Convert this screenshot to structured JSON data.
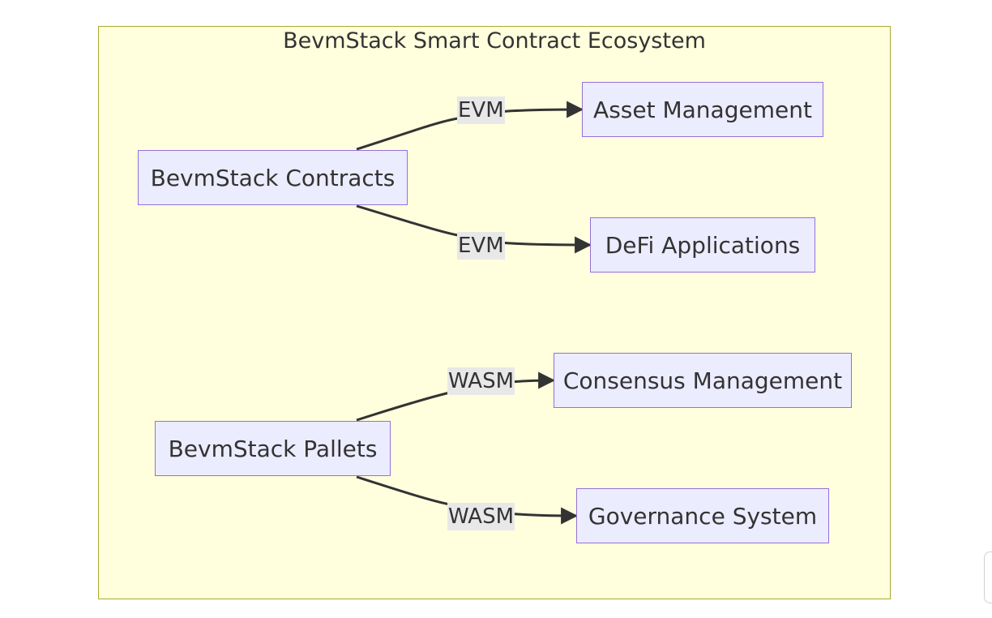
{
  "diagram": {
    "cluster_title": "BevmStack Smart Contract Ecosystem",
    "nodes": {
      "contracts": "BevmStack Contracts",
      "pallets": "BevmStack Pallets",
      "asset": "Asset Management",
      "defi": "DeFi Applications",
      "consensus": "Consensus Management",
      "governance": "Governance System"
    },
    "edges": [
      {
        "from": "BevmStack Contracts",
        "to": "Asset Management",
        "label": "EVM"
      },
      {
        "from": "BevmStack Contracts",
        "to": "DeFi Applications",
        "label": "EVM"
      },
      {
        "from": "BevmStack Pallets",
        "to": "Consensus Management",
        "label": "WASM"
      },
      {
        "from": "BevmStack Pallets",
        "to": "Governance System",
        "label": "WASM"
      }
    ],
    "colors": {
      "cluster_fill": "#ffffde",
      "cluster_stroke": "#aaaa33",
      "node_fill": "#ececff",
      "node_stroke": "#9370db",
      "edge": "#333333",
      "label_bg": "#e8e8e8"
    }
  }
}
